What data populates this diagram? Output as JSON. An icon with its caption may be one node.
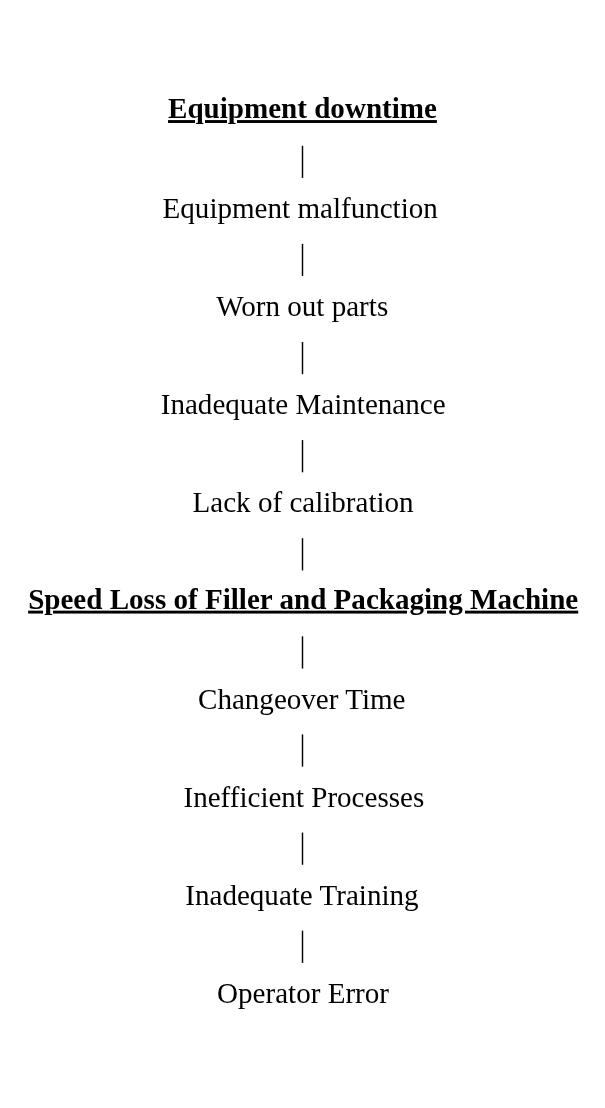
{
  "diagram": {
    "nodes": [
      {
        "text": [
          "Equipment downtime"
        ]
      },
      {
        "text": [
          "Equipment malfunction"
        ]
      },
      {
        "text": [
          "Worn out parts"
        ]
      },
      {
        "text": [
          "Inadequate Maintenance"
        ]
      },
      {
        "text": [
          "Lack of calibration"
        ]
      },
      {
        "text": [
          "Speed Loss of Filler and Packaging Machine"
        ]
      },
      {
        "text": [
          "Changeover Time"
        ]
      },
      {
        "text": [
          "Inefficient Processes"
        ]
      },
      {
        "text": [
          "Inadequate Training"
        ]
      },
      {
        "text": [
          "Operator Error"
        ]
      }
    ],
    "edges": [
      {
        "from": 0,
        "to": 1,
        "arrow": "none"
      },
      {
        "from": 1,
        "to": 2,
        "arrow": "none"
      },
      {
        "from": 2,
        "to": 3,
        "arrow": "none"
      },
      {
        "from": 3,
        "to": 4,
        "arrow": "none"
      },
      {
        "from": 4,
        "to": 5,
        "arrow": "none"
      },
      {
        "from": 5,
        "to": 6,
        "arrow": "none"
      },
      {
        "from": 6,
        "to": 7,
        "arrow": "none"
      },
      {
        "from": 7,
        "to": 8,
        "arrow": "none"
      },
      {
        "from": 8,
        "to": 9,
        "arrow": "none"
      }
    ]
  }
}
